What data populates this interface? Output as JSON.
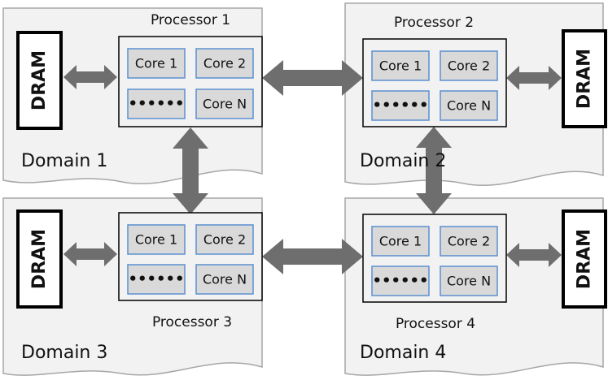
{
  "domains": [
    {
      "label": "Domain 1",
      "processor": "Processor 1",
      "dram": "DRAM",
      "cores": [
        "Core 1",
        "Core 2",
        "••••••",
        "Core N"
      ]
    },
    {
      "label": "Domain 2",
      "processor": "Processor 2",
      "dram": "DRAM",
      "cores": [
        "Core 1",
        "Core 2",
        "••••••",
        "Core N"
      ]
    },
    {
      "label": "Domain 3",
      "processor": "Processor 3",
      "dram": "DRAM",
      "cores": [
        "Core 1",
        "Core 2",
        "••••••",
        "Core N"
      ]
    },
    {
      "label": "Domain 4",
      "processor": "Processor 4",
      "dram": "DRAM",
      "cores": [
        "Core 1",
        "Core 2",
        "••••••",
        "Core N"
      ]
    }
  ],
  "colors": {
    "domain_fill": "#f2f2f2",
    "domain_stroke": "#a6a6a6",
    "core_fill": "#d9d9d9",
    "core_stroke": "#5b8fd0",
    "arrow": "#6e6e6e",
    "processor_stroke": "#000000"
  }
}
